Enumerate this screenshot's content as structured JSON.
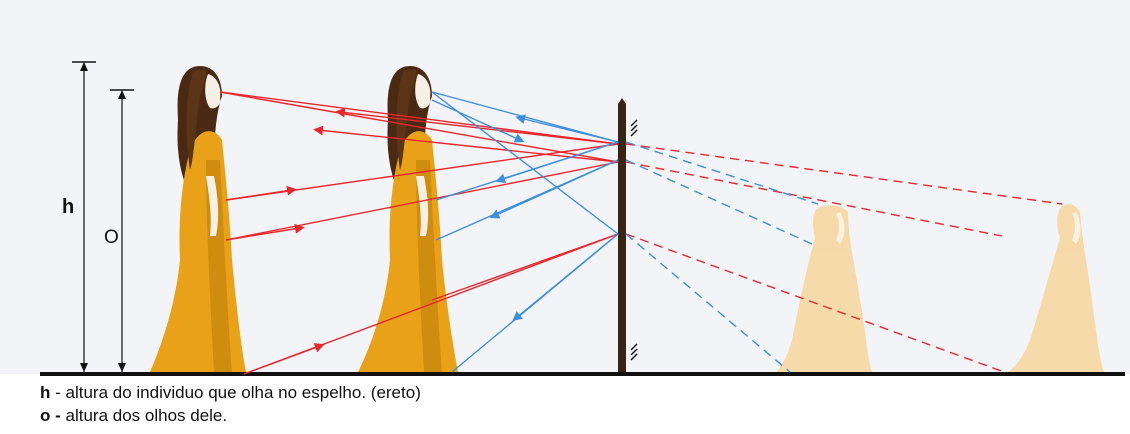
{
  "diagram": {
    "labels": {
      "h": "h",
      "o": "O"
    },
    "colors": {
      "background": "#f3f4f8",
      "ground": "#111111",
      "red_ray": "#e8262b",
      "blue_ray": "#3d8fe0",
      "dress": "#e9a218",
      "dress_shadow": "#b97a0a",
      "hair": "#4a2a12",
      "skin": "#f5efe6",
      "image_figure": "#f7d7a0",
      "mirror": "#3a2414"
    }
  },
  "legend": [
    {
      "key": "h",
      "text": " - altura do individuo que olha no espelho. (ereto)"
    },
    {
      "key": "o -",
      "text": " altura dos olhos dele."
    }
  ]
}
